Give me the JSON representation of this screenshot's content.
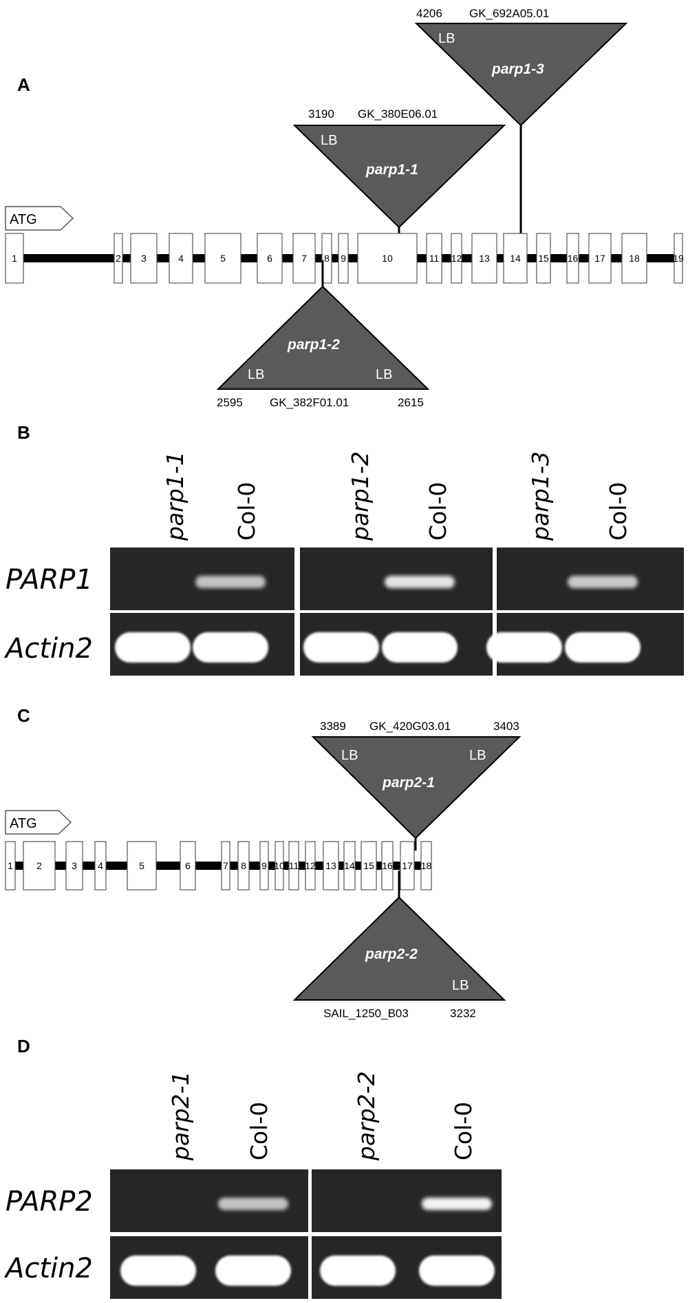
{
  "panels": {
    "A": {
      "letter": "A",
      "atg": "ATG",
      "exons": [
        "1",
        "2",
        "3",
        "4",
        "5",
        "6",
        "7",
        "8",
        "9",
        "10",
        "11",
        "12",
        "13",
        "14",
        "15",
        "16",
        "17",
        "18",
        "19"
      ],
      "insertions": [
        {
          "allele": "parp1-3",
          "label_left": "4206",
          "label_right": "GK_692A05.01",
          "lb": [
            "LB"
          ]
        },
        {
          "allele": "parp1-1",
          "label_left": "3190",
          "label_right": "GK_380E06.01",
          "lb": [
            "LB"
          ]
        },
        {
          "allele": "parp1-2",
          "label_left": "2595",
          "label_mid": "GK_382F01.01",
          "label_right": "2615",
          "lb": [
            "LB",
            "LB"
          ]
        }
      ]
    },
    "B": {
      "letter": "B",
      "lanes": [
        "parp1-1",
        "Col-0",
        "parp1-2",
        "Col-0",
        "parp1-3",
        "Col-0"
      ],
      "rows": [
        "PARP1",
        "Actin2"
      ],
      "band_intensity": {
        "PARP1": [
          0,
          0.55,
          0,
          0.8,
          0,
          0.6
        ],
        "Actin2": [
          1,
          1,
          1,
          1,
          1,
          1
        ]
      }
    },
    "C": {
      "letter": "C",
      "atg": "ATG",
      "exons": [
        "1",
        "2",
        "3",
        "4",
        "5",
        "6",
        "7",
        "8",
        "9",
        "10",
        "11",
        "12",
        "13",
        "14",
        "15",
        "16",
        "17",
        "18"
      ],
      "insertions": [
        {
          "allele": "parp2-1",
          "label_left": "3389",
          "label_mid": "GK_420G03.01",
          "label_right": "3403",
          "lb": [
            "LB",
            "LB"
          ]
        },
        {
          "allele": "parp2-2",
          "label_left": "SAIL_1250_B03",
          "label_right": "3232",
          "lb": [
            "LB"
          ]
        }
      ]
    },
    "D": {
      "letter": "D",
      "lanes": [
        "parp2-1",
        "Col-0",
        "parp2-2",
        "Col-0"
      ],
      "rows": [
        "PARP2",
        "Actin2"
      ],
      "band_intensity": {
        "PARP2": [
          0,
          0.55,
          0,
          0.9
        ],
        "Actin2": [
          1,
          1,
          1,
          1
        ]
      }
    }
  },
  "colors": {
    "insertion_fill": "#5a5a5a",
    "gel_background": "#262626",
    "gene_line": "#000000"
  }
}
